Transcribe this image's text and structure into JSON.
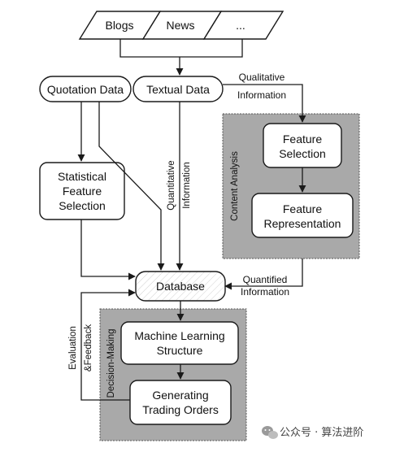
{
  "sources": {
    "blogs": "Blogs",
    "news": "News",
    "more": "..."
  },
  "nodes": {
    "quotation_data": "Quotation Data",
    "textual_data": "Textual Data",
    "statistical_feature_selection": [
      "Statistical",
      "Feature",
      "Selection"
    ],
    "feature_selection": [
      "Feature",
      "Selection"
    ],
    "feature_representation": [
      "Feature",
      "Representation"
    ],
    "database": "Database",
    "machine_learning_structure": [
      "Machine Learning",
      "Structure"
    ],
    "generating_trading_orders": [
      "Generating",
      "Trading Orders"
    ]
  },
  "groups": {
    "content_analysis": "Content Analysis",
    "decision_making": "Decision-Making"
  },
  "edge_labels": {
    "qualitative_information": [
      "Qualitative",
      "Information"
    ],
    "quantitative_information": [
      "Quantitative",
      "Information"
    ],
    "quantified_information": [
      "Quantified",
      "Information"
    ],
    "evaluation_feedback": [
      "Evaluation",
      "&Feedback"
    ]
  },
  "watermark": {
    "text": "公众号 · 算法进阶",
    "icon": "wechat-icon"
  },
  "colors": {
    "group_fill": "#a9a9a9",
    "group_border": "#555555",
    "hatch": "#d9d9d9",
    "stroke": "#1a1a1a"
  }
}
